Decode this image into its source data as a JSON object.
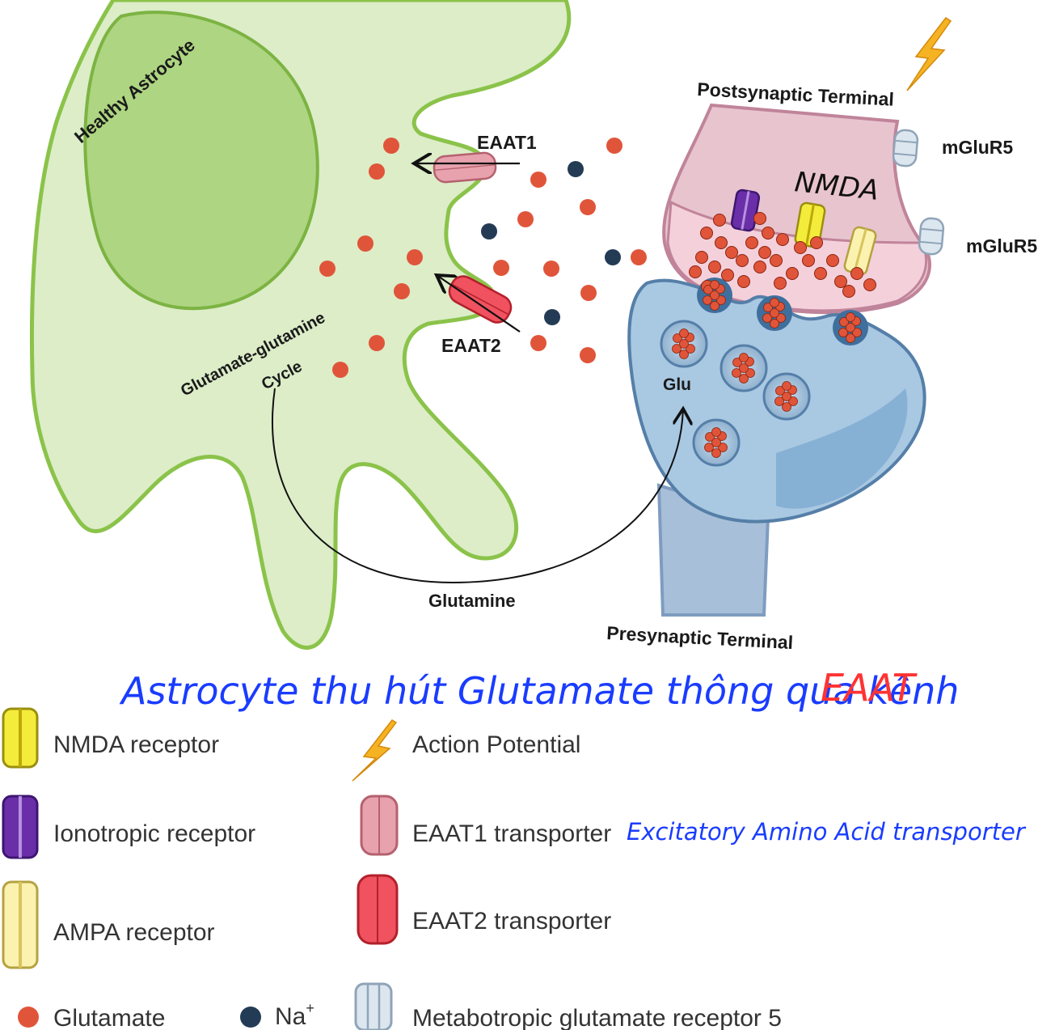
{
  "diagram": {
    "labels": {
      "healthy_astrocyte": "Healthy Astrocyte",
      "postsynaptic_terminal": "Postsynaptic Terminal",
      "presynaptic_terminal": "Presynaptic Terminal",
      "eaat1": "EAAT1",
      "eaat2": "EAAT2",
      "mglur5_top": "mGluR5",
      "mglur5_bottom": "mGluR5",
      "nmda_handwritten": "NMDA",
      "cycle_line1": "Glutamate-glutamine",
      "cycle_line2": "Cycle",
      "glu": "Glu",
      "glutamine": "Glutamine"
    },
    "annotation": {
      "main": "Astrocyte thu hút Glutamate thông qua kênh",
      "highlight": "EAAT",
      "eaat_expansion": "Excitatory Amino Acid transporter"
    },
    "colors": {
      "astrocyte_fill": "#dcedc8",
      "astrocyte_outline": "#8bc34a",
      "nucleus_fill": "#aed581",
      "postsynaptic_fill": "#e8c4cf",
      "presynaptic_fill": "#a9c8e2",
      "glutamate": "#e0553a",
      "sodium": "#243b55",
      "handwriting_blue": "#1a3cff",
      "handwriting_red": "#ff3333"
    }
  },
  "legend": {
    "items": [
      {
        "label": "NMDA receptor",
        "icon": "nmda-receptor-icon"
      },
      {
        "label": "Action Potential",
        "icon": "lightning-icon"
      },
      {
        "label": "Ionotropic receptor",
        "icon": "ionotropic-receptor-icon"
      },
      {
        "label": "EAAT1 transporter",
        "icon": "eaat1-transporter-icon"
      },
      {
        "label": "AMPA receptor",
        "icon": "ampa-receptor-icon"
      },
      {
        "label": "EAAT2 transporter",
        "icon": "eaat2-transporter-icon"
      },
      {
        "label": "Glutamate",
        "icon": "glutamate-dot-icon"
      },
      {
        "label": "Na",
        "icon": "sodium-dot-icon"
      },
      {
        "label": "Metabotropic glutamate receptor 5",
        "icon": "mglur5-icon"
      }
    ],
    "sodium_superscript": "+"
  }
}
